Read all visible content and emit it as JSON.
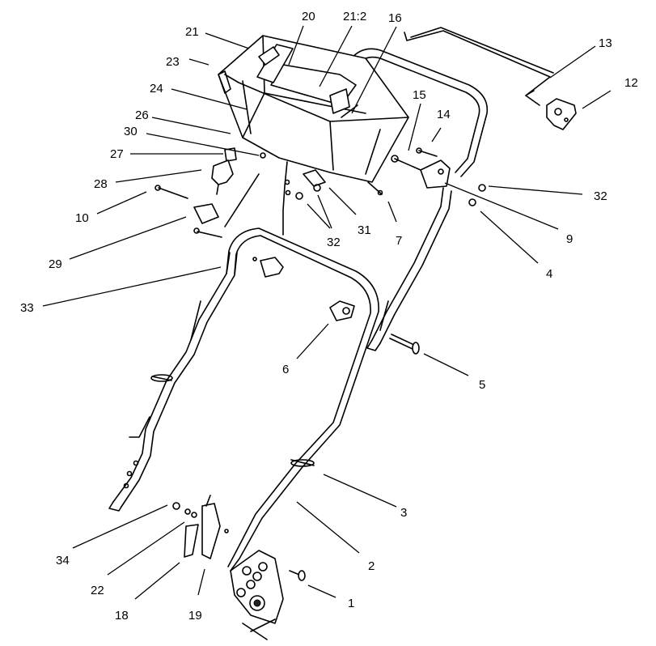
{
  "diagram": {
    "callouts": [
      {
        "id": "c1",
        "label": "1"
      },
      {
        "id": "c2",
        "label": "2"
      },
      {
        "id": "c3",
        "label": "3"
      },
      {
        "id": "c4",
        "label": "4"
      },
      {
        "id": "c5",
        "label": "5"
      },
      {
        "id": "c6",
        "label": "6"
      },
      {
        "id": "c7",
        "label": "7"
      },
      {
        "id": "c9",
        "label": "9"
      },
      {
        "id": "c10",
        "label": "10"
      },
      {
        "id": "c12",
        "label": "12"
      },
      {
        "id": "c13",
        "label": "13"
      },
      {
        "id": "c14",
        "label": "14"
      },
      {
        "id": "c15",
        "label": "15"
      },
      {
        "id": "c16",
        "label": "16"
      },
      {
        "id": "c18",
        "label": "18"
      },
      {
        "id": "c19",
        "label": "19"
      },
      {
        "id": "c20",
        "label": "20"
      },
      {
        "id": "c21",
        "label": "21"
      },
      {
        "id": "c21b",
        "label": "21:2"
      },
      {
        "id": "c22",
        "label": "22"
      },
      {
        "id": "c23",
        "label": "23"
      },
      {
        "id": "c24",
        "label": "24"
      },
      {
        "id": "c26",
        "label": "26"
      },
      {
        "id": "c27",
        "label": "27"
      },
      {
        "id": "c28",
        "label": "28"
      },
      {
        "id": "c29",
        "label": "29"
      },
      {
        "id": "c30",
        "label": "30"
      },
      {
        "id": "c31",
        "label": "31"
      },
      {
        "id": "c32a",
        "label": "32"
      },
      {
        "id": "c32b",
        "label": "32"
      },
      {
        "id": "c33",
        "label": "33"
      },
      {
        "id": "c34",
        "label": "34"
      }
    ]
  }
}
